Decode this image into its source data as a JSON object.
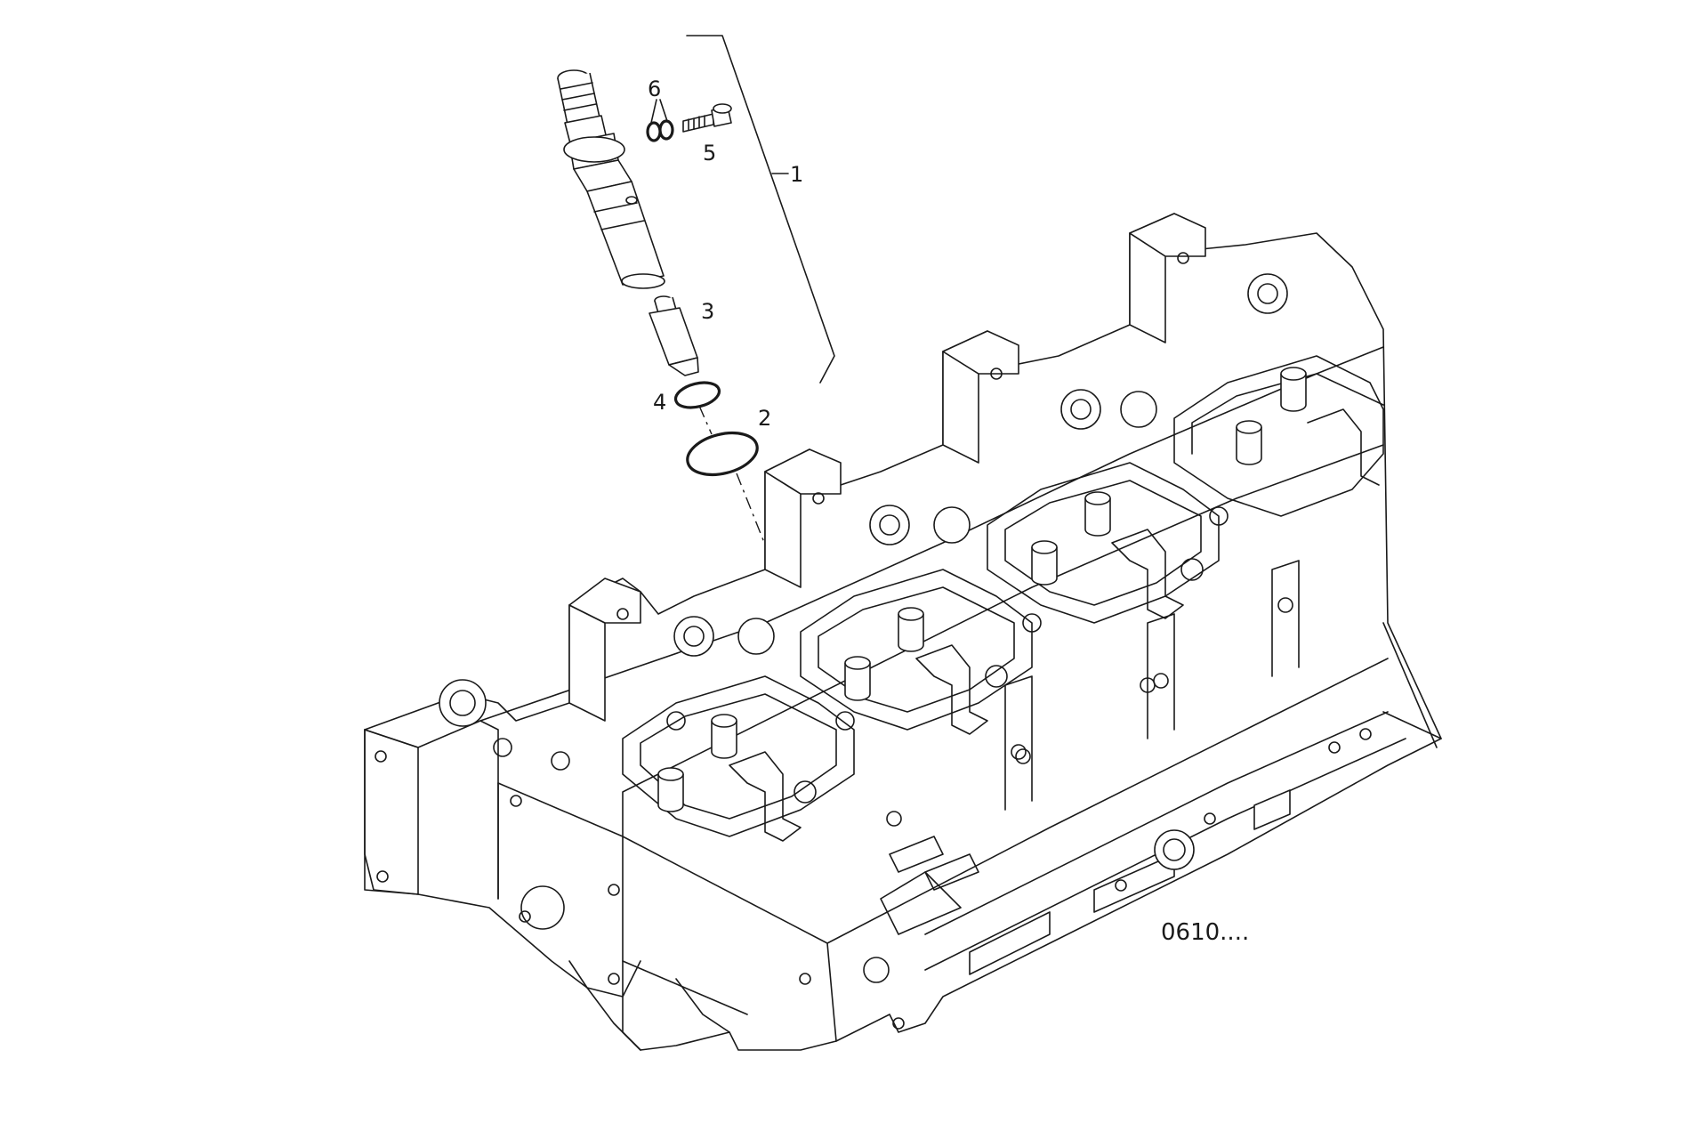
{
  "diagram": {
    "callouts": {
      "c1": "1",
      "c2": "2",
      "c3": "3",
      "c4": "4",
      "c5": "5",
      "c6": "6"
    },
    "reference_code": "0610...."
  }
}
